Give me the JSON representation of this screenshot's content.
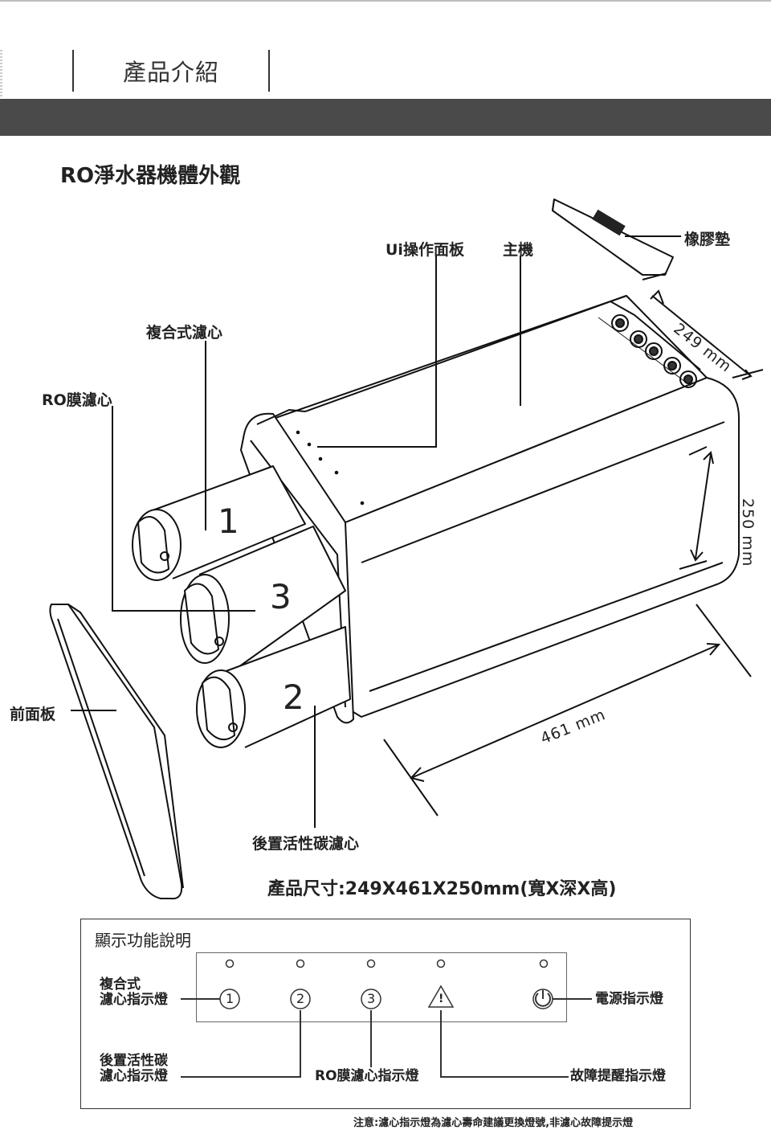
{
  "header": {
    "title": "產品介紹"
  },
  "subtitle": "RO淨水器機體外觀",
  "labels": {
    "ui_panel": "Ui操作面板",
    "main_unit": "主機",
    "rubber_pad": "橡膠墊",
    "composite_filter": "複合式濾心",
    "ro_filter": "RO膜濾心",
    "front_panel": "前面板",
    "post_carbon": "後置活性碳濾心",
    "num_1": "1",
    "num_2": "2",
    "num_3": "3"
  },
  "dimensions": {
    "width": "249 mm",
    "height": "250 mm",
    "depth": "461 mm",
    "summary": "產品尺寸:249X461X250mm(寬X深X高)"
  },
  "display_panel": {
    "title": "顯示功能說明",
    "composite_line1": "複合式",
    "composite_line2": "濾心指示燈",
    "post_line1": "後置活性碳",
    "post_line2": "濾心指示燈",
    "ro_indicator": "RO膜濾心指示燈",
    "fault_indicator": "故障提醒指示燈",
    "power_indicator": "電源指示燈",
    "btn_1": "1",
    "btn_2": "2",
    "btn_3": "3",
    "warning": "!",
    "note": "注意:濾心指示燈為濾心壽命建議更換燈號,非濾心故障提示燈"
  }
}
